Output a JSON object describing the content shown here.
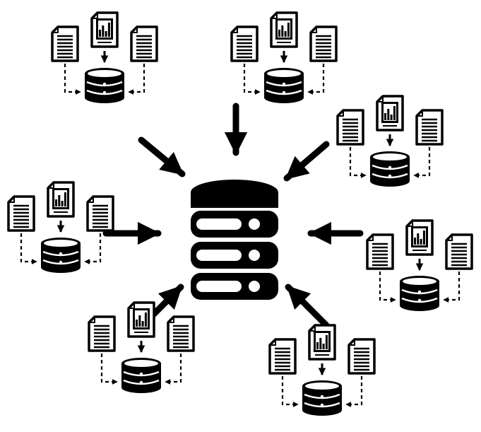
{
  "diagram": {
    "theme": {
      "foreground": "#000000",
      "background": "#ffffff"
    },
    "center_node": {
      "icon": "database-server-stack-icon"
    },
    "satellite_clusters": [
      {
        "id": "top-left",
        "documents": [
          "document-icon",
          "bar-chart-document-icon",
          "document-icon"
        ],
        "database": "database-icon"
      },
      {
        "id": "top-center",
        "documents": [
          "document-icon",
          "bar-chart-document-icon",
          "document-icon"
        ],
        "database": "database-icon"
      },
      {
        "id": "right-upper",
        "documents": [
          "document-icon",
          "bar-chart-document-icon",
          "document-icon"
        ],
        "database": "database-icon"
      },
      {
        "id": "left",
        "documents": [
          "document-icon",
          "bar-chart-document-icon",
          "document-icon"
        ],
        "database": "database-icon"
      },
      {
        "id": "right-lower",
        "documents": [
          "document-icon",
          "bar-chart-document-icon",
          "document-icon"
        ],
        "database": "database-icon"
      },
      {
        "id": "bottom-left",
        "documents": [
          "document-icon",
          "bar-chart-document-icon",
          "document-icon"
        ],
        "database": "database-icon"
      },
      {
        "id": "bottom-right",
        "documents": [
          "document-icon",
          "bar-chart-document-icon",
          "document-icon"
        ],
        "database": "database-icon"
      }
    ],
    "connections": {
      "direction": "satellite-to-center",
      "from": [
        "top-left",
        "top-center",
        "right-upper",
        "left",
        "right-lower",
        "bottom-left",
        "bottom-right"
      ],
      "to": "center_node"
    }
  }
}
